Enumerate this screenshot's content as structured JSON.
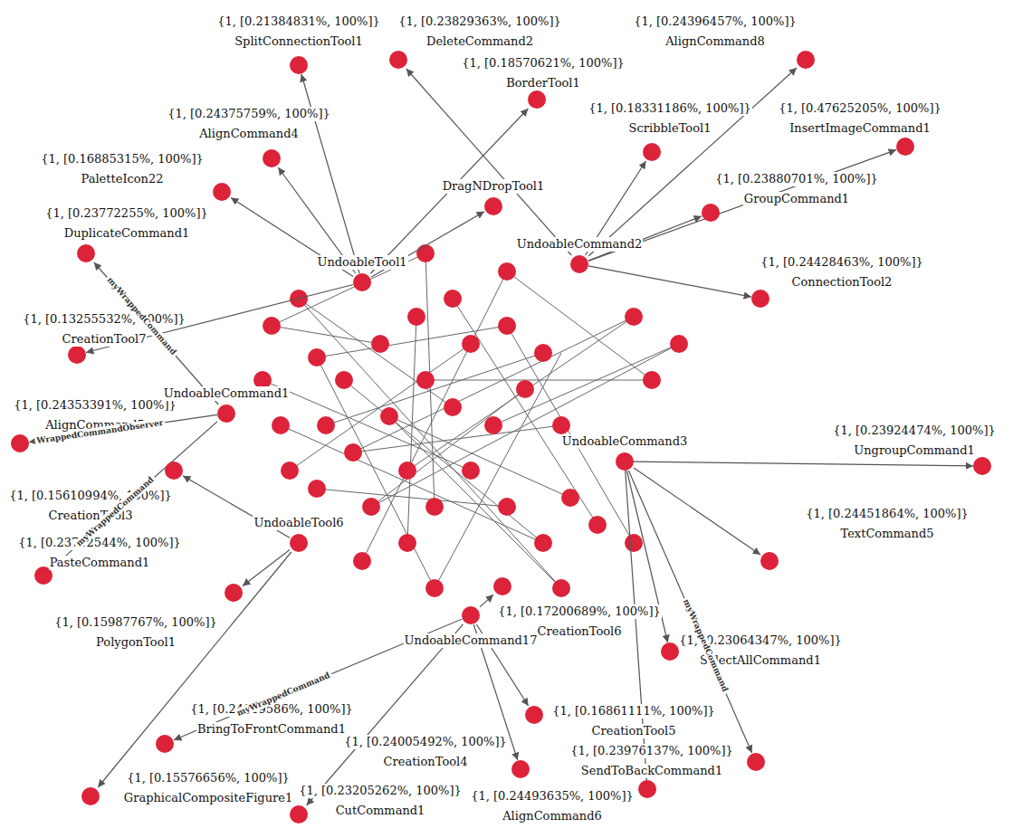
{
  "diagram": {
    "nodes": [
      {
        "text": [
          "{1, [0.21384831%, 100%]}",
          "SplitConnectionTool1"
        ]
      },
      {
        "text": [
          "{1, [0.23829363%, 100%]}",
          "DeleteCommand2"
        ]
      },
      {
        "text": [
          "{1, [0.24396457%, 100%]}",
          "AlignCommand8"
        ]
      },
      {
        "text": [
          "{1, [0.18570621%, 100%]}",
          "BorderTool1"
        ]
      },
      {
        "text": [
          "{1, [0.18331186%, 100%]}",
          "ScribbleTool1"
        ]
      },
      {
        "text": [
          "{1, [0.47625205%, 100%]}",
          "InsertImageCommand1"
        ]
      },
      {
        "text": [
          "{1, [0.23880701%, 100%]}",
          "GroupCommand1"
        ]
      },
      {
        "text": [
          "{1, [0.24375759%, 100%]}",
          "AlignCommand4"
        ]
      },
      {
        "text": [
          "{1, [0.16885315%, 100%]}",
          "PaletteIcon22"
        ]
      },
      {
        "text": [
          "{1, [0.23772255%, 100%]}",
          "DuplicateCommand1"
        ]
      },
      {
        "text": [
          "{1, [0.24428463%, 100%]}",
          "ConnectionTool2"
        ]
      },
      {
        "text": [
          "{1, [0.13255532%, 100%]}",
          "CreationTool7"
        ]
      },
      {
        "text": [
          "{1, [0.24353391%, 100%]}",
          "AlignCommand5"
        ]
      },
      {
        "text": [
          "{1, [0.15610994%, 100%]}",
          "CreationTool3"
        ]
      },
      {
        "text": [
          "{1, [0.23712544%, 100%]}",
          "PasteCommand1"
        ]
      },
      {
        "text": [
          "{1, [0.15987767%, 100%]}",
          "PolygonTool1"
        ]
      },
      {
        "text": [
          "{1, [0.24019586%, 100%]}",
          "BringToFrontCommand1"
        ]
      },
      {
        "text": [
          "{1, [0.15576656%, 100%]}",
          "GraphicalCompositeFigure1"
        ]
      },
      {
        "text": [
          "{1, [0.24005492%, 100%]}",
          "CreationTool4"
        ]
      },
      {
        "text": [
          "{1, [0.23205262%, 100%]}",
          "CutCommand1"
        ]
      },
      {
        "text": [
          "{1, [0.24493635%, 100%]}",
          "AlignCommand6"
        ]
      },
      {
        "text": [
          "{1, [0.16861111%, 100%]}",
          "CreationTool5"
        ]
      },
      {
        "text": [
          "{1, [0.23976137%, 100%]}",
          "SendToBackCommand1"
        ]
      },
      {
        "text": [
          "{1, [0.23064347%, 100%]}",
          "SelectAllCommand1"
        ]
      },
      {
        "text": [
          "{1, [0.17200689%, 100%]}",
          "CreationTool6"
        ]
      },
      {
        "text": [
          "{1, [0.23924474%, 100%]}",
          "UngroupCommand1"
        ]
      },
      {
        "text": [
          "{1, [0.24451864%, 100%]}",
          "TextCommand5"
        ]
      },
      {
        "text": [
          "UndoableTool1"
        ]
      },
      {
        "text": [
          "UndoableCommand2"
        ]
      },
      {
        "text": [
          "UndoableTool6"
        ]
      },
      {
        "text": [
          "UndoableCommand17"
        ]
      },
      {
        "text": [
          "UndoableCommand3"
        ]
      },
      {
        "text": [
          "DragNDropTool1"
        ]
      },
      {
        "text": [
          "UndoableCommand1"
        ]
      }
    ],
    "edges": [
      {
        "from": 27,
        "to": 0,
        "arrow": "to"
      },
      {
        "from": 28,
        "to": 1,
        "arrow": "to"
      },
      {
        "from": 28,
        "to": 2,
        "arrow": "to"
      },
      {
        "from": 27,
        "to": 3,
        "arrow": "to"
      },
      {
        "from": 28,
        "to": 4,
        "arrow": "to"
      },
      {
        "from": 28,
        "to": 5,
        "arrow": "to"
      },
      {
        "from": 28,
        "to": 6,
        "arrow": "to"
      },
      {
        "from": 27,
        "to": 7,
        "arrow": "to"
      },
      {
        "from": 27,
        "to": 8,
        "arrow": "to"
      },
      {
        "from": 33,
        "to": 9,
        "arrow": "to",
        "label": "myWrappedCommand"
      },
      {
        "from": 28,
        "to": 10,
        "arrow": "to"
      },
      {
        "from": 27,
        "to": 11,
        "arrow": "to"
      },
      {
        "from": 33,
        "to": 12,
        "arrow": "to",
        "label": "WrappedCommandObserver"
      },
      {
        "from": 29,
        "to": 13,
        "arrow": "to"
      },
      {
        "from": 33,
        "to": 14,
        "arrow": "to",
        "label": "myWrappedCommand"
      },
      {
        "from": 29,
        "to": 15,
        "arrow": "to"
      },
      {
        "from": 30,
        "to": 16,
        "arrow": "to",
        "label": "myWrappedCommand"
      },
      {
        "from": 29,
        "to": 17,
        "arrow": "to"
      },
      {
        "from": 30,
        "to": 18,
        "arrow": "to"
      },
      {
        "from": 30,
        "to": 19,
        "arrow": "to"
      },
      {
        "from": 31,
        "to": 20,
        "arrow": "to"
      },
      {
        "from": 30,
        "to": 21,
        "arrow": "to"
      },
      {
        "from": 31,
        "to": 22,
        "arrow": "to",
        "label": "myWrappedCommand"
      },
      {
        "from": 31,
        "to": 23,
        "arrow": "to"
      },
      {
        "from": 30,
        "to": 24,
        "arrow": "to"
      },
      {
        "from": 31,
        "to": 25,
        "arrow": "to"
      },
      {
        "from": 31,
        "to": 26,
        "arrow": "to"
      },
      {
        "from": 27,
        "to": 32,
        "arrow": "to"
      }
    ]
  }
}
